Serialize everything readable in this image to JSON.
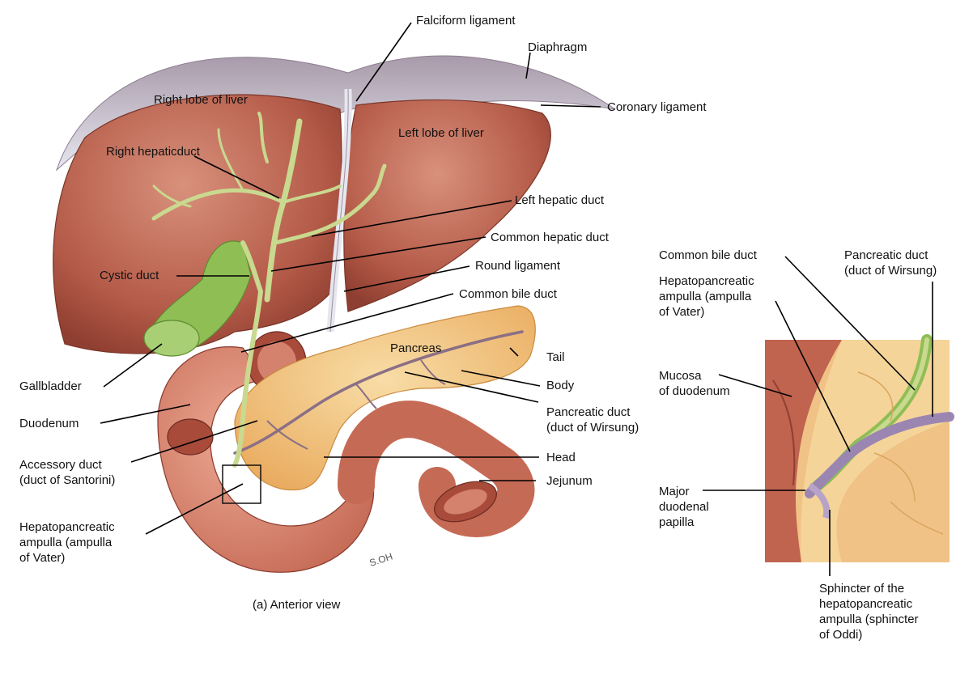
{
  "diagram": {
    "caption": "(a) Anterior view",
    "signature": "S.OH",
    "colors": {
      "liver": "#b45a48",
      "liver_light": "#d8917c",
      "diaphragm": "#d4d3de",
      "gallbladder": "#8fbe55",
      "bile_duct": "#c9d98f",
      "pancreas": "#f2c279",
      "pancreas_light": "#f8dda6",
      "duodenum": "#e08d77",
      "duodenum_dark": "#a84b3b",
      "pancreatic_duct": "#8a6f86"
    },
    "labels": {
      "falciform": "Falciform ligament",
      "diaphragm": "Diaphragm",
      "coronary": "Coronary ligament",
      "right_lobe": "Right lobe of liver",
      "left_lobe": "Left lobe of liver",
      "right_hepatic": [
        "Right hepatic",
        "duct"
      ],
      "left_hepatic": "Left hepatic duct",
      "common_hepatic": "Common hepatic duct",
      "cystic": "Cystic duct",
      "round": "Round ligament",
      "common_bile": "Common bile duct",
      "pancreas": "Pancreas",
      "tail": "Tail",
      "body": "Body",
      "pancreatic_duct": [
        "Pancreatic duct",
        "(duct of Wirsung)"
      ],
      "head": "Head",
      "jejunum": "Jejunum",
      "gallbladder": "Gallbladder",
      "duodenum": "Duodenum",
      "accessory": [
        "Accessory duct",
        "(duct of Santorini)"
      ],
      "hepatopancreatic": [
        "Hepatopancreatic",
        "ampulla (ampulla",
        "of Vater)"
      ]
    },
    "inset_labels": {
      "common_bile": "Common bile duct",
      "pancreatic_duct": [
        "Pancreatic duct",
        "(duct of Wirsung)"
      ],
      "hepatopancreatic": [
        "Hepatopancreatic",
        "ampulla (ampulla",
        "of Vater)"
      ],
      "mucosa": [
        "Mucosa",
        "of duodenum"
      ],
      "papilla": [
        "Major",
        "duodenal",
        "papilla"
      ],
      "sphincter": [
        "Sphincter of the",
        "hepatopancreatic",
        "ampulla (sphincter",
        "of Oddi)"
      ]
    }
  }
}
